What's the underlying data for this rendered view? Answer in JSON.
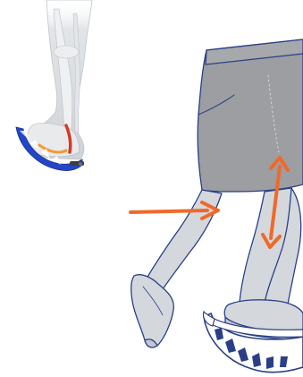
{
  "figure": {
    "inset_illustration": "leg-xray-on-rocker-board",
    "main_illustration": "person-stepping-on-rocker-board",
    "colors": {
      "background": "#ffffff",
      "skin_fill": "#d4d8dd",
      "outline": "#2a3f86",
      "shorts_fill": "#9c9ea1",
      "board_blue": "#2346c8",
      "arrow_orange": "#f0692a",
      "tendon_red": "#d33a26",
      "tendon_orange": "#f09a3a",
      "bone_light": "#e6e8ea",
      "bone_mid": "#c9cdd1"
    },
    "icons": [
      "orange-horizontal-arrow",
      "orange-double-arrow"
    ]
  }
}
